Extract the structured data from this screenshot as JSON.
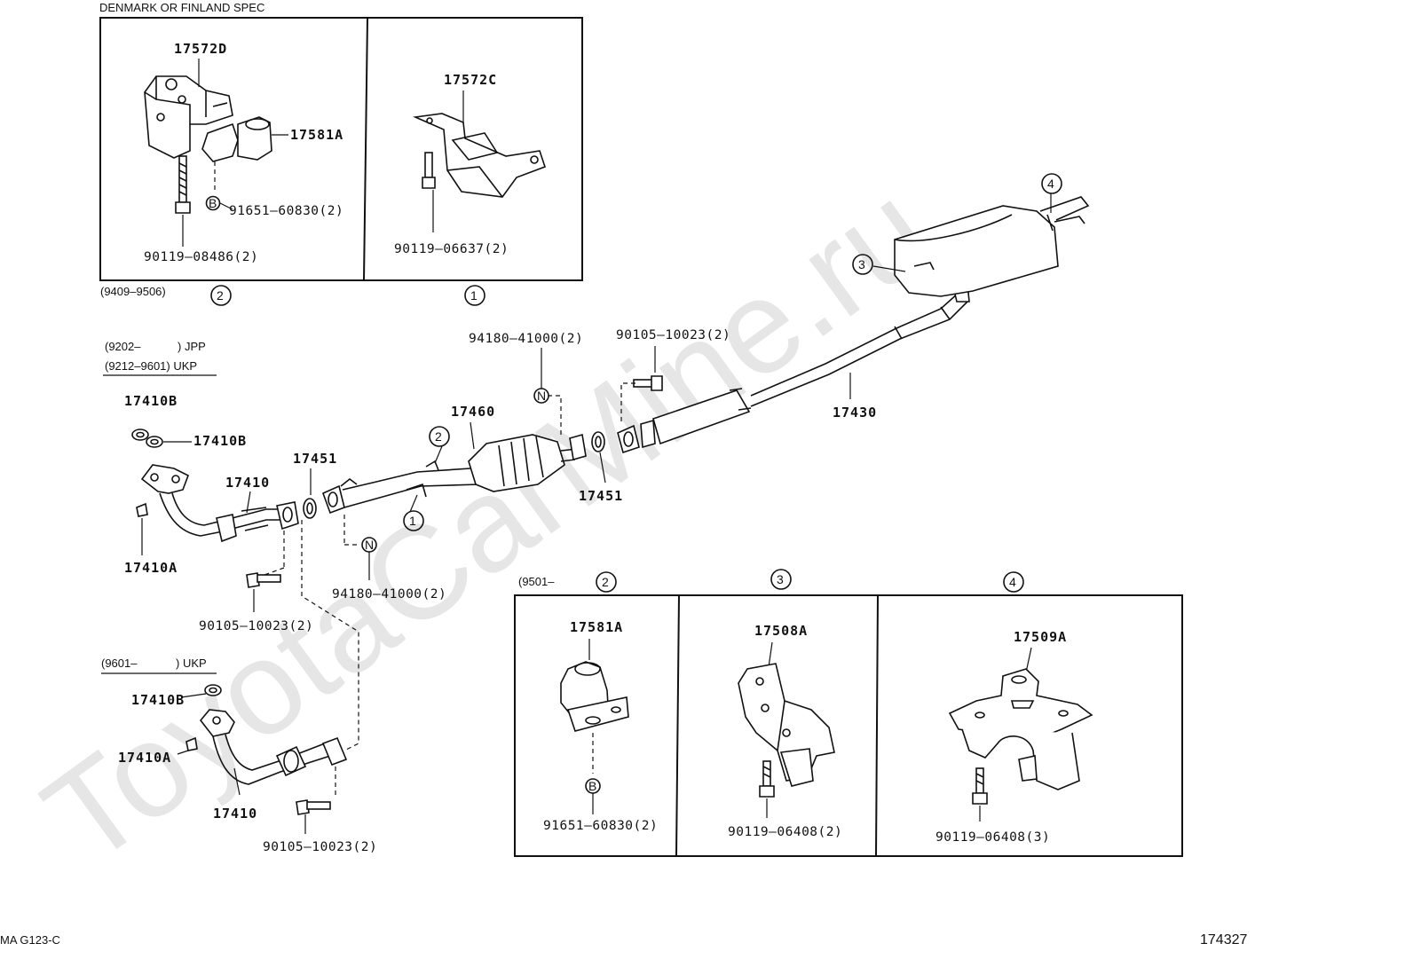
{
  "watermark": "ToyotaCarMine.ru",
  "footer": {
    "left_code": "MA G123-C",
    "right_code": "174327"
  },
  "top_box": {
    "title": "DENMARK OR FINLAND SPEC",
    "date_range": "(9409–9506)",
    "left_panel": {
      "circle": "2",
      "labels": [
        "17572D",
        "17581A",
        "91651–60830(2)",
        "90119–08486(2)"
      ],
      "marker_b": "B"
    },
    "right_panel": {
      "circle": "1",
      "labels": [
        "17572C",
        "90119–06637(2)"
      ]
    }
  },
  "jpp_ukp_header": {
    "line1_date": "(9202–",
    "line1_market": ") JPP",
    "line2": "(9212–9601) UKP"
  },
  "main_assembly": {
    "labels": {
      "gasket_b_top": "17410B",
      "gasket_b_side": "17410B",
      "pipe_front": "17410",
      "gasket_a": "17410A",
      "gasket_17451_left": "17451",
      "converter": "17460",
      "gasket_17451_right": "17451",
      "tail_pipe": "17430",
      "nut_top": "94180–41000(2)",
      "nut_bottom": "94180–41000(2)",
      "bolt_top": "90105–10023(2)",
      "bolt_left": "90105–10023(2)"
    },
    "circles": {
      "c2": "2",
      "c1": "1",
      "c3": "3",
      "c4": "4"
    },
    "marker_n": "N"
  },
  "ukp_header": {
    "date": "(9601–",
    "market": ") UKP"
  },
  "ukp_assembly": {
    "labels": [
      "17410B",
      "17410A",
      "17410",
      "90105–10023(2)"
    ]
  },
  "bottom_box": {
    "date": "(9501–",
    "panel_2": {
      "circle": "2",
      "label": "17581A",
      "part": "91651–60830(2)",
      "marker_b": "B"
    },
    "panel_3": {
      "circle": "3",
      "label": "17508A",
      "part": "90119–06408(2)"
    },
    "panel_4": {
      "circle": "4",
      "label": "17509A",
      "part": "90119–06408(3)"
    }
  }
}
